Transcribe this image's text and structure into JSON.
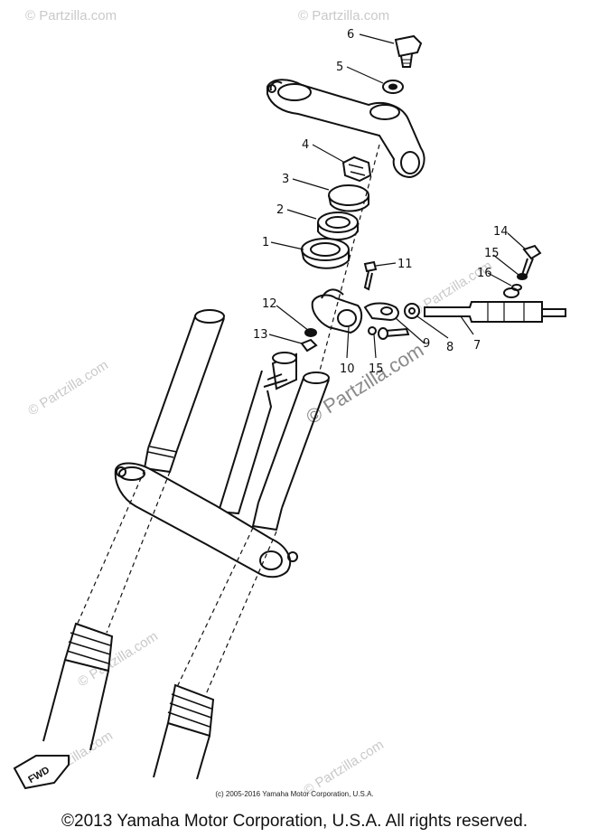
{
  "callouts": {
    "c1": "1",
    "c2": "2",
    "c3": "3",
    "c4": "4",
    "c5": "5",
    "c6": "6",
    "c7": "7",
    "c8": "8",
    "c9": "9",
    "c10": "10",
    "c11": "11",
    "c12": "12",
    "c13": "13",
    "c14": "14",
    "c15a": "15",
    "c15b": "15",
    "c16": "16"
  },
  "fwd_label": "FWD",
  "watermarks": {
    "short": "© Partzilla.com",
    "diagonal": "© Partzilla.com"
  },
  "footer": {
    "small_copyright": "(c) 2005-2016 Yamaha Motor Corporation, U.S.A.",
    "main_copyright": "©2013 Yamaha Motor Corporation, U.S.A. All rights reserved."
  }
}
